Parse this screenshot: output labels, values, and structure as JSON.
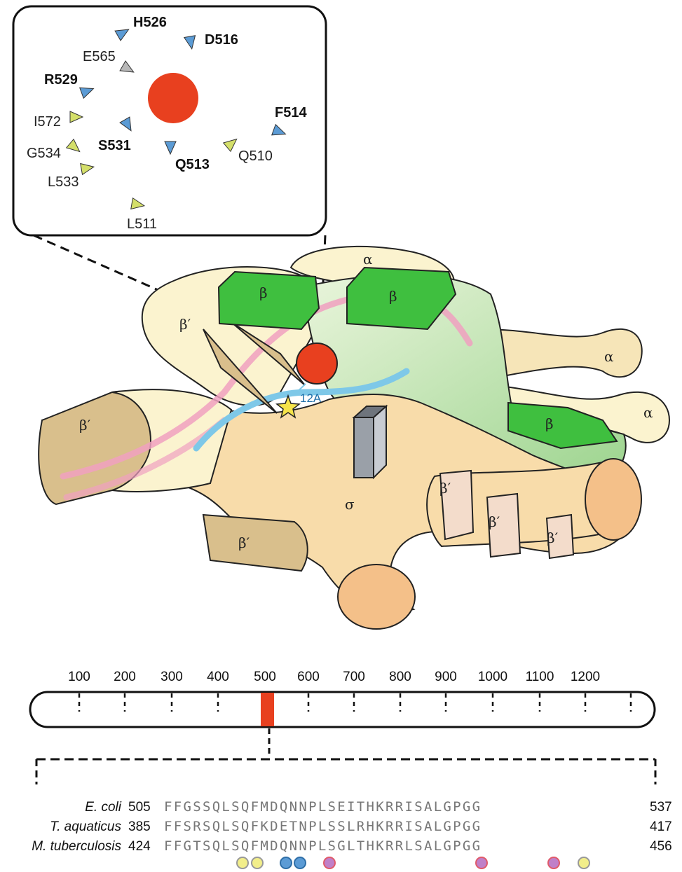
{
  "inset": {
    "residues": [
      {
        "label": "H526",
        "bold": true,
        "color": "#5b9bd5"
      },
      {
        "label": "D516",
        "bold": true,
        "color": "#5b9bd5"
      },
      {
        "label": "E565",
        "bold": false,
        "color": "#b8b8b8"
      },
      {
        "label": "R529",
        "bold": true,
        "color": "#5b9bd5"
      },
      {
        "label": "I572",
        "bold": false,
        "color": "#d4df6a"
      },
      {
        "label": "S531",
        "bold": true,
        "color": "#5b9bd5"
      },
      {
        "label": "F514",
        "bold": true,
        "color": "#5b9bd5"
      },
      {
        "label": "G534",
        "bold": false,
        "color": "#d4df6a"
      },
      {
        "label": "Q513",
        "bold": true,
        "color": "#5b9bd5"
      },
      {
        "label": "Q510",
        "bold": false,
        "color": "#d4df6a"
      },
      {
        "label": "L533",
        "bold": false,
        "color": "#d4df6a"
      },
      {
        "label": "L511",
        "bold": false,
        "color": "#d4df6a"
      }
    ]
  },
  "subunits": {
    "beta": "β",
    "beta_prime": "β′",
    "alpha": "α",
    "sigma": "σ",
    "distance": "12A"
  },
  "scale": {
    "ticks": [
      "100",
      "200",
      "300",
      "400",
      "500",
      "600",
      "700",
      "800",
      "900",
      "1000",
      "1100",
      "1200"
    ],
    "highlight_color": "#e8401f"
  },
  "alignment": {
    "rows": [
      {
        "organism": "E. coli",
        "start": "505",
        "sequence": "FFGSSQLSQFMDQNNPLSEITHKRRISALGPGG",
        "end": "537"
      },
      {
        "organism": "T. aquaticus",
        "start": "385",
        "sequence": "FFSRSQLSQFKDETNPLSSLRHKRRISALGPGG",
        "end": "417"
      },
      {
        "organism": "M. tuberculosis",
        "start": "424",
        "sequence": "FFGTSQLSQFMDQNNPLSGLTHKRRLSALGPGG",
        "end": "456"
      }
    ]
  },
  "markers": [
    "yellow",
    "yellow",
    "blue",
    "blue",
    "pink",
    "pink",
    "pink",
    "yellow"
  ],
  "colors": {
    "rifampicin": "#e8401f",
    "beta": "#3fbf3f",
    "beta_prime": "#d9bf8c",
    "sigma": "#f7cf94",
    "core": "#fbf3cf",
    "rna": "#f0a0c0",
    "dna": "#7ec8e8"
  }
}
